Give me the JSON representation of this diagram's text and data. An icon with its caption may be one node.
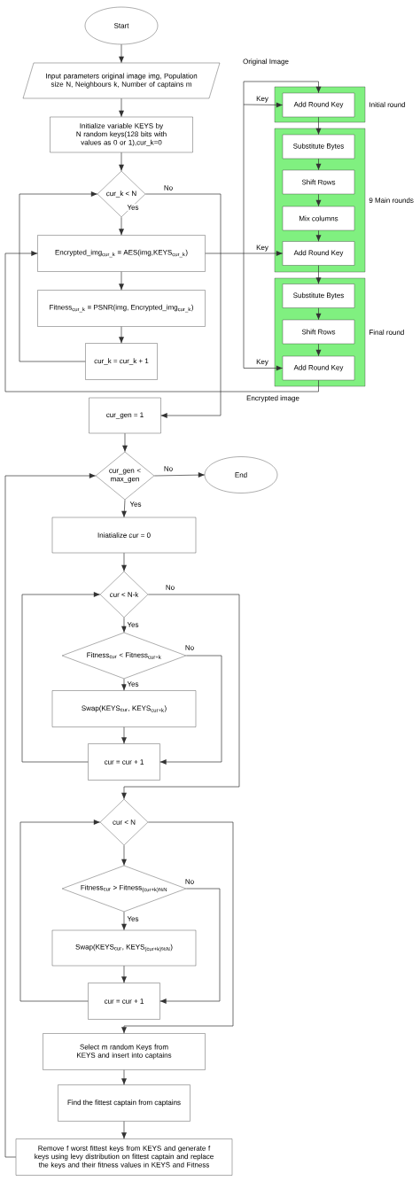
{
  "diagram": {
    "nodes": [
      {
        "text": [
          "Start"
        ]
      },
      {
        "text": [
          "Input parameters original image img, Population size N, Neighbours k, Number of captains m"
        ]
      },
      {
        "text": [
          "Initialize variable KEYS by N random keys(128 bits with values as 0 or 1),cur_k=0"
        ]
      },
      {
        "text": [
          "cur_k < N"
        ]
      },
      {
        "text": [
          "Encrypted_img$_{cur_k}$ = AES(img,KEYS$_{cur_k}$)"
        ]
      },
      {
        "text": [
          "Fitness$_{cur_k}$ = PSNR(img, Encrypted_img$_{cur_k}$)"
        ]
      },
      {
        "text": [
          "cur_k = cur_k + 1"
        ]
      },
      {
        "text": [
          "cur_gen = 1"
        ]
      },
      {
        "text": [
          "cur_gen < max_gen"
        ]
      },
      {
        "text": [
          "End"
        ]
      },
      {
        "text": [
          "Iniatialize cur = 0"
        ]
      },
      {
        "text": [
          "cur < N-k"
        ]
      },
      {
        "text": [
          "Fitness$_{cur}$ < Fitness$_{cur+k}$"
        ]
      },
      {
        "text": [
          "Swap(KEYS$_{cur}$, KEYS$_{cur+k}$)"
        ]
      },
      {
        "text": [
          "cur = cur + 1"
        ]
      },
      {
        "text": [
          "cur < N"
        ]
      },
      {
        "text": [
          "Fitness$_{cur}$ > Fitness$_{(cur+k)%N}$"
        ]
      },
      {
        "text": [
          "Swap(KEYS$_{cur}$, KEYS$_{(cur+k)%N}$)"
        ]
      },
      {
        "text": [
          "cur = cur + 1"
        ]
      },
      {
        "text": [
          "Select m random Keys from KEYS and insert into captains"
        ]
      },
      {
        "text": [
          "Find the fittest captain from captains"
        ]
      },
      {
        "text": [
          "Remove f worst fittest keys from KEYS and generate f keys using levy distribution on fittest captain and replace the keys and their fitness values in KEYS and Fitness"
        ]
      },
      {
        "text": [],
        "shape": "box",
        "beside": [
          "Initial round"
        ]
      },
      {
        "text": [
          "Add Round Key"
        ],
        "in": 22
      },
      {
        "text": [],
        "shape": "box",
        "beside": [
          "9 Main rounds"
        ]
      },
      {
        "text": [
          "Substitute Bytes"
        ],
        "in": 24
      },
      {
        "text": [
          "Shift Rows"
        ],
        "in": 24
      },
      {
        "text": [
          "Mix columns"
        ],
        "in": 24
      },
      {
        "text": [
          "Add Round Key"
        ],
        "in": 24
      },
      {
        "text": [],
        "shape": "box",
        "beside": [
          "Final round"
        ]
      },
      {
        "text": [
          "Substitute Bytes"
        ],
        "in": 29
      },
      {
        "text": [
          "Shift Rows"
        ],
        "in": 29
      },
      {
        "text": [
          "Add Round Key"
        ],
        "in": 29
      }
    ],
    "edges": [
      {
        "from": 0,
        "to": 1,
        "arrow": "to"
      },
      {
        "from": 1,
        "to": 2,
        "arrow": "to"
      },
      {
        "from": 2,
        "to": 3,
        "arrow": "to"
      },
      {
        "from": 3,
        "to": 4,
        "arrow": "to",
        "label": "Yes"
      },
      {
        "from": 4,
        "to": 5,
        "arrow": "to"
      },
      {
        "from": 5,
        "to": 6,
        "arrow": "to"
      },
      {
        "from": 6,
        "to": 3,
        "arrow": "to"
      },
      {
        "from": 3,
        "to": 7,
        "arrow": "to",
        "label": "No"
      },
      {
        "from": 4,
        "to": 28,
        "arrow": "to",
        "label": "Key"
      },
      {
        "from": null,
        "to": 23,
        "arrow": "to"
      },
      {
        "from": null,
        "to": 23,
        "arrow": "to",
        "label": "Key"
      },
      {
        "from": null,
        "to": 32,
        "arrow": "to",
        "label": "Key"
      },
      {
        "from": 23,
        "to": 25,
        "arrow": "to"
      },
      {
        "from": 25,
        "to": 26,
        "arrow": "to"
      },
      {
        "from": 26,
        "to": 27,
        "arrow": "to"
      },
      {
        "from": 27,
        "to": 28,
        "arrow": "to"
      },
      {
        "from": 28,
        "to": 30,
        "arrow": "to"
      },
      {
        "from": 30,
        "to": 31,
        "arrow": "to"
      },
      {
        "from": 31,
        "to": 32,
        "arrow": "to"
      },
      {
        "from": 32,
        "to": 4,
        "arrow": "to",
        "label": "Encrypted image"
      },
      {
        "from": 7,
        "to": 8,
        "arrow": "to"
      },
      {
        "from": 8,
        "to": 9,
        "arrow": "to",
        "label": "No"
      },
      {
        "from": 8,
        "to": 10,
        "arrow": "to",
        "label": "Yes"
      },
      {
        "from": 10,
        "to": 11,
        "arrow": "to"
      },
      {
        "from": 11,
        "to": 12,
        "arrow": "to",
        "label": "Yes"
      },
      {
        "from": 12,
        "to": 13,
        "arrow": "to",
        "label": "Yes"
      },
      {
        "from": 12,
        "to": 14,
        "arrow": "to",
        "label": "No"
      },
      {
        "from": 13,
        "to": 14,
        "arrow": "to"
      },
      {
        "from": 14,
        "to": 11,
        "arrow": "to"
      },
      {
        "from": 11,
        "to": 15,
        "arrow": "to",
        "label": "No"
      },
      {
        "from": 15,
        "to": 16,
        "arrow": "to"
      },
      {
        "from": 16,
        "to": 17,
        "arrow": "to",
        "label": "Yes"
      },
      {
        "from": 16,
        "to": 18,
        "arrow": "to",
        "label": "No"
      },
      {
        "from": 17,
        "to": 18,
        "arrow": "to"
      },
      {
        "from": 18,
        "to": 15,
        "arrow": "to"
      },
      {
        "from": 15,
        "to": 19,
        "arrow": "to"
      },
      {
        "from": 19,
        "to": 20,
        "arrow": "to"
      },
      {
        "from": 20,
        "to": 21,
        "arrow": "to"
      },
      {
        "from": 21,
        "to": 8,
        "arrow": "to"
      }
    ],
    "labels": [
      "Original Image"
    ]
  }
}
